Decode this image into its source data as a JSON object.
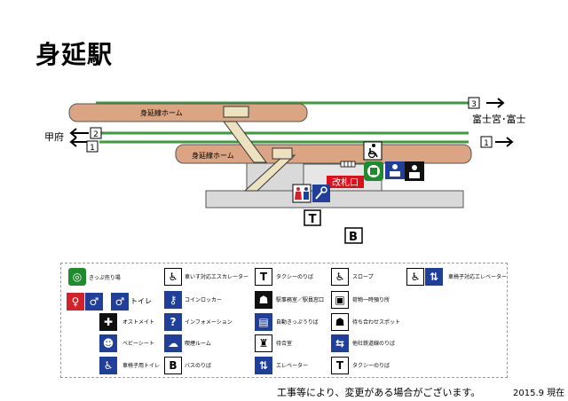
{
  "title": "身延駅",
  "platforms": [
    {
      "label": "身延線ホーム"
    },
    {
      "label": "身延線ホーム"
    }
  ],
  "tracks": [
    {
      "number": "3"
    },
    {
      "number": "2"
    },
    {
      "number": "1"
    },
    {
      "number": "1"
    }
  ],
  "destinations": {
    "east": "富士宮･富士",
    "west": "甲府"
  },
  "gate_label": "改札口",
  "map_signs": {
    "taxi": "T",
    "bus": "B"
  },
  "legend": {
    "ticket_machine": "きっぷ売り場",
    "toilet": "トイレ",
    "ostomate": "オストメイト",
    "baby_seat": "ベビーシート",
    "accessible_toilet": "車椅子用トイレ",
    "wheelchair_escalator": "車いす対応エスカレーター",
    "coin_locker": "コインロッカー",
    "information": "インフォメーション",
    "smoking_room": "喫煙ルーム",
    "bus_stop": "バスのりば",
    "bus_icon": "B",
    "taxi_stop": "タクシーのりば",
    "taxi_icon": "T",
    "station_office": "駅事務室／駅員窓口",
    "auto_ticket_gate": "自動きっぷうりば",
    "waiting_room": "待合室",
    "elevator": "エレベーター",
    "slope": "スロープ",
    "luggage": "荷物一時預り所",
    "meeting_spot": "待ち合わせスポット",
    "company_stop": "他社鉄道線のりば",
    "taxi_stop2": "タクシーのりば",
    "taxi_icon2": "T",
    "wheelchair_elevator": "車椅子対応エレベーター"
  },
  "footnote": "工事等により、変更がある場合がございます。",
  "updated": "2015.9 現在",
  "colors": {
    "platform": "#dba583",
    "track": "#3e9a3e",
    "concourse": "#d9d9d9",
    "gate": "#e0101a"
  }
}
